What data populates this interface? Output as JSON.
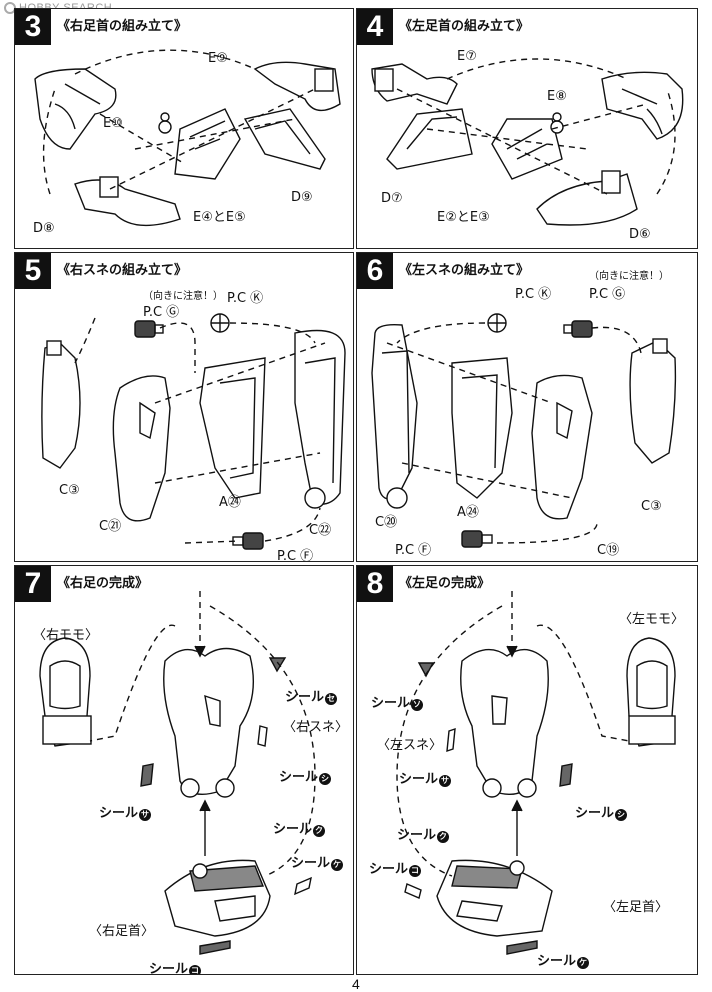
{
  "watermark": "HOBBY SEARCH",
  "page_number": "4",
  "steps": [
    {
      "num": "3",
      "title": "《右足首の組み立て》",
      "labels": {
        "e9": "E⑨",
        "e10": "E⑩",
        "e4e5": "E④とE⑤",
        "d9": "D⑨",
        "d8": "D⑧"
      }
    },
    {
      "num": "4",
      "title": "《左足首の組み立て》",
      "labels": {
        "e7": "E⑦",
        "e8": "E⑧",
        "d7": "D⑦",
        "e2e3": "E②とE③",
        "d6": "D⑥"
      }
    },
    {
      "num": "5",
      "title": "《右スネの組み立て》",
      "labels": {
        "note": "（向きに注意！）",
        "pcg": "P.C Ⓖ",
        "pck": "P.C Ⓚ",
        "c3": "C③",
        "c21": "C㉑",
        "a24": "A㉔",
        "c22": "C㉒",
        "pcf": "P.C Ⓕ"
      }
    },
    {
      "num": "6",
      "title": "《左スネの組み立て》",
      "labels": {
        "note": "（向きに注意！）",
        "pck": "P.C Ⓚ",
        "pcg": "P.C Ⓖ",
        "c20": "C⑳",
        "a24": "A㉔",
        "c19": "C⑲",
        "c3": "C③",
        "pcf": "P.C Ⓕ"
      }
    },
    {
      "num": "7",
      "title": "《右足の完成》",
      "labels": {
        "momo": "〈右モモ〉",
        "seal_se": "シール",
        "sune": "〈右スネ〉",
        "seal_shi": "シール",
        "seal_sa": "シール",
        "seal_ku": "シール",
        "seal_ke": "シール",
        "ashikubi": "〈右足首〉",
        "seal_ko": "シール"
      },
      "marks": {
        "se": "セ",
        "shi": "シ",
        "sa": "サ",
        "ku": "ク",
        "ke": "ケ",
        "ko": "コ"
      }
    },
    {
      "num": "8",
      "title": "《左足の完成》",
      "labels": {
        "momo": "〈左モモ〉",
        "seal_so": "シール",
        "sune": "〈左スネ〉",
        "seal_sa": "シール",
        "seal_shi": "シール",
        "seal_ku": "シール",
        "seal_ko": "シール",
        "ashikubi": "〈左足首〉",
        "seal_ke": "シール"
      },
      "marks": {
        "so": "ソ",
        "sa": "サ",
        "shi": "シ",
        "ku": "ク",
        "ko": "コ",
        "ke": "ケ"
      }
    }
  ]
}
